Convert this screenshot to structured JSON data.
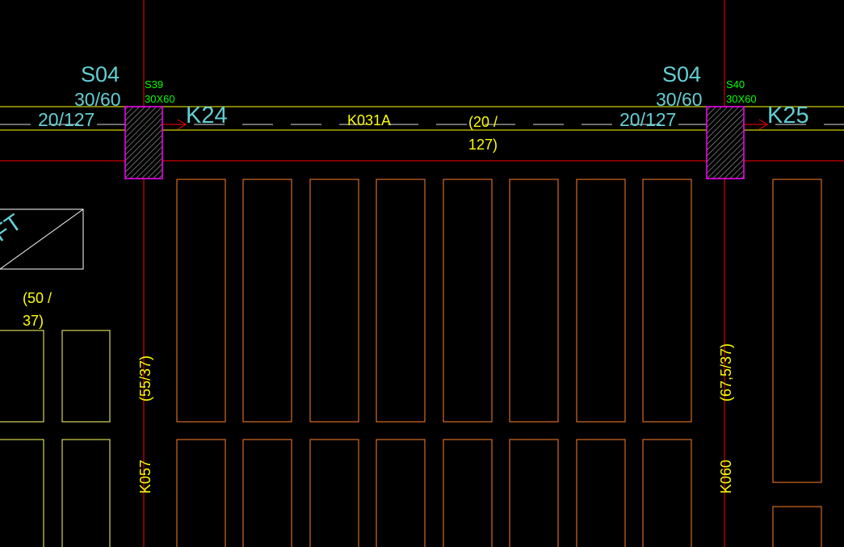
{
  "labels": {
    "col_mark_left": "S04",
    "col_size_left": "30/60",
    "col_tag_left": "S39",
    "col_tag_size_left": "30X60",
    "beam_section_left": "20/127",
    "beam_node_left": "K24",
    "beam_id_center": "K031A",
    "beam_section_center_1": "(20 /",
    "beam_section_center_2": "127)",
    "col_mark_right": "S04",
    "col_size_right": "30/60",
    "col_tag_right": "S40",
    "col_tag_size_right": "30X60",
    "beam_section_right": "20/127",
    "beam_node_right": "K25",
    "shaft_label": "FT",
    "beam_section_small_1": "(50 /",
    "beam_section_small_2": "37)",
    "joist_section_left": "(55/37)",
    "joist_id_left": "K057",
    "joist_section_right": "(67,5/37)",
    "joist_id_right": "K060"
  },
  "colors": {
    "background": "#000000",
    "grid_line": "#ff0000",
    "beam_line": "#ffff00",
    "cyan_text": "#62cfd4",
    "green_text": "#00ff00",
    "yellow_text": "#ffff00",
    "column_outline": "#ff00ff",
    "block_outline": "#ff7f00"
  }
}
